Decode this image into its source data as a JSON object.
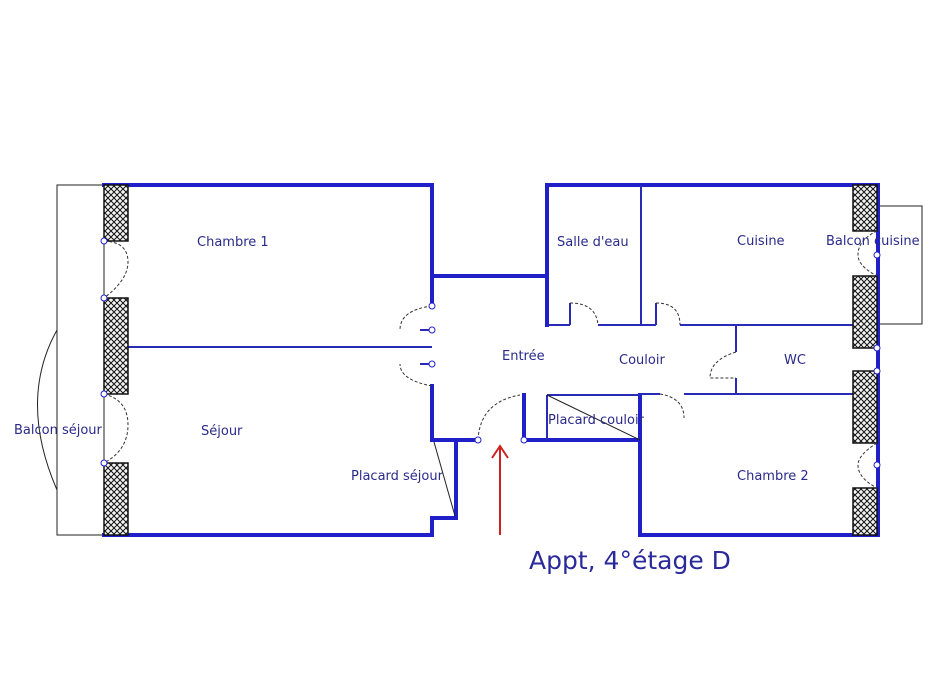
{
  "plan": {
    "title": "Appt, 4°étage D",
    "rooms": {
      "chambre1": "Chambre 1",
      "sejour": "Séjour",
      "balcon_sejour": "Balcon séjour",
      "placard_sejour": "Placard séjour",
      "entree": "Entrée",
      "salle_eau": "Salle d'eau",
      "cuisine": "Cuisine",
      "balcon_cuisine": "Balcon cuisine",
      "couloir": "Couloir",
      "wc": "WC",
      "placard_couloir": "Placard couloir",
      "chambre2": "Chambre 2"
    },
    "colors": {
      "wall": "#2020c8",
      "arrow": "#d02020",
      "text": "#2a2a8a"
    }
  }
}
